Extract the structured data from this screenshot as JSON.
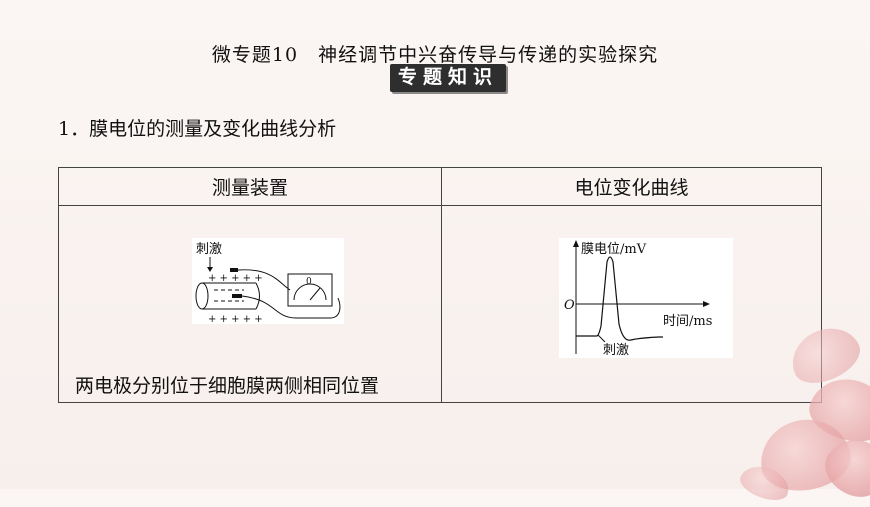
{
  "header": {
    "title": "微专题10　神经调节中兴奋传导与传递的实验探究",
    "badge": "专题知识"
  },
  "section": {
    "heading": "1．膜电位的测量及变化曲线分析"
  },
  "table": {
    "col1_header": "测量装置",
    "col2_header": "电位变化曲线",
    "col1_caption": "两电极分别位于细胞膜两侧相同位置"
  },
  "figure_device": {
    "stimulus_label": "刺激",
    "plus_top": "+ + + + +",
    "plus_bottom": "+ + + + +",
    "meter_zero": "0"
  },
  "figure_curve": {
    "ylabel": "膜电位/mV",
    "xlabel": "时间/ms",
    "origin": "O",
    "stimulus_label": "刺激"
  },
  "colors": {
    "badge_bg": "#2e2e2e",
    "flower": "#e8a8aa"
  }
}
